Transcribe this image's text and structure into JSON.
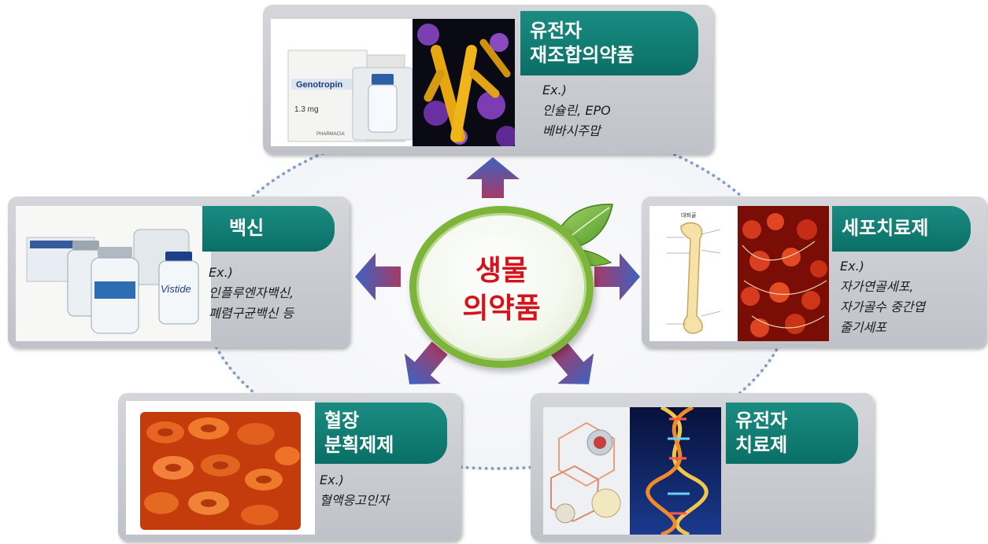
{
  "center": {
    "lines": [
      "생물",
      "의약품"
    ]
  },
  "cards": {
    "recombinant": {
      "title": [
        "유전자",
        "재조합의약품"
      ],
      "ex": [
        "Ex.)",
        "인슐린, EPO",
        "베바시주맙"
      ],
      "box_brand": "Genotropin",
      "box_dose": "1.3 mg",
      "box_maker": "PHARMACIA"
    },
    "vaccine": {
      "title": [
        "백신"
      ],
      "ex": [
        "Ex.)",
        "인플루엔자백신,",
        "폐렴구균백신 등"
      ],
      "vial_label": "Vistide"
    },
    "cell": {
      "title": [
        "세포치료제"
      ],
      "ex": [
        "Ex.)",
        "자가연골세포,",
        "자가골수 중간엽",
        "줄기세포"
      ],
      "bone_caption": "대퇴골"
    },
    "plasma": {
      "title": [
        "혈장",
        "분획제제"
      ],
      "ex": [
        "Ex.)",
        "혈액응고인자"
      ]
    },
    "gene": {
      "title": [
        "유전자",
        "치료제"
      ]
    }
  },
  "colors": {
    "title_bg": "#0f7a71",
    "center_text": "#d4131d",
    "center_ring": "#7cb53a",
    "arrow_top": "#3a5fb8",
    "arrow_bottom": "#a03a6a",
    "ring_dots": "#7f9fc4"
  },
  "icons": {
    "center": "leaf-icon",
    "arrows": "arrow-icon"
  }
}
